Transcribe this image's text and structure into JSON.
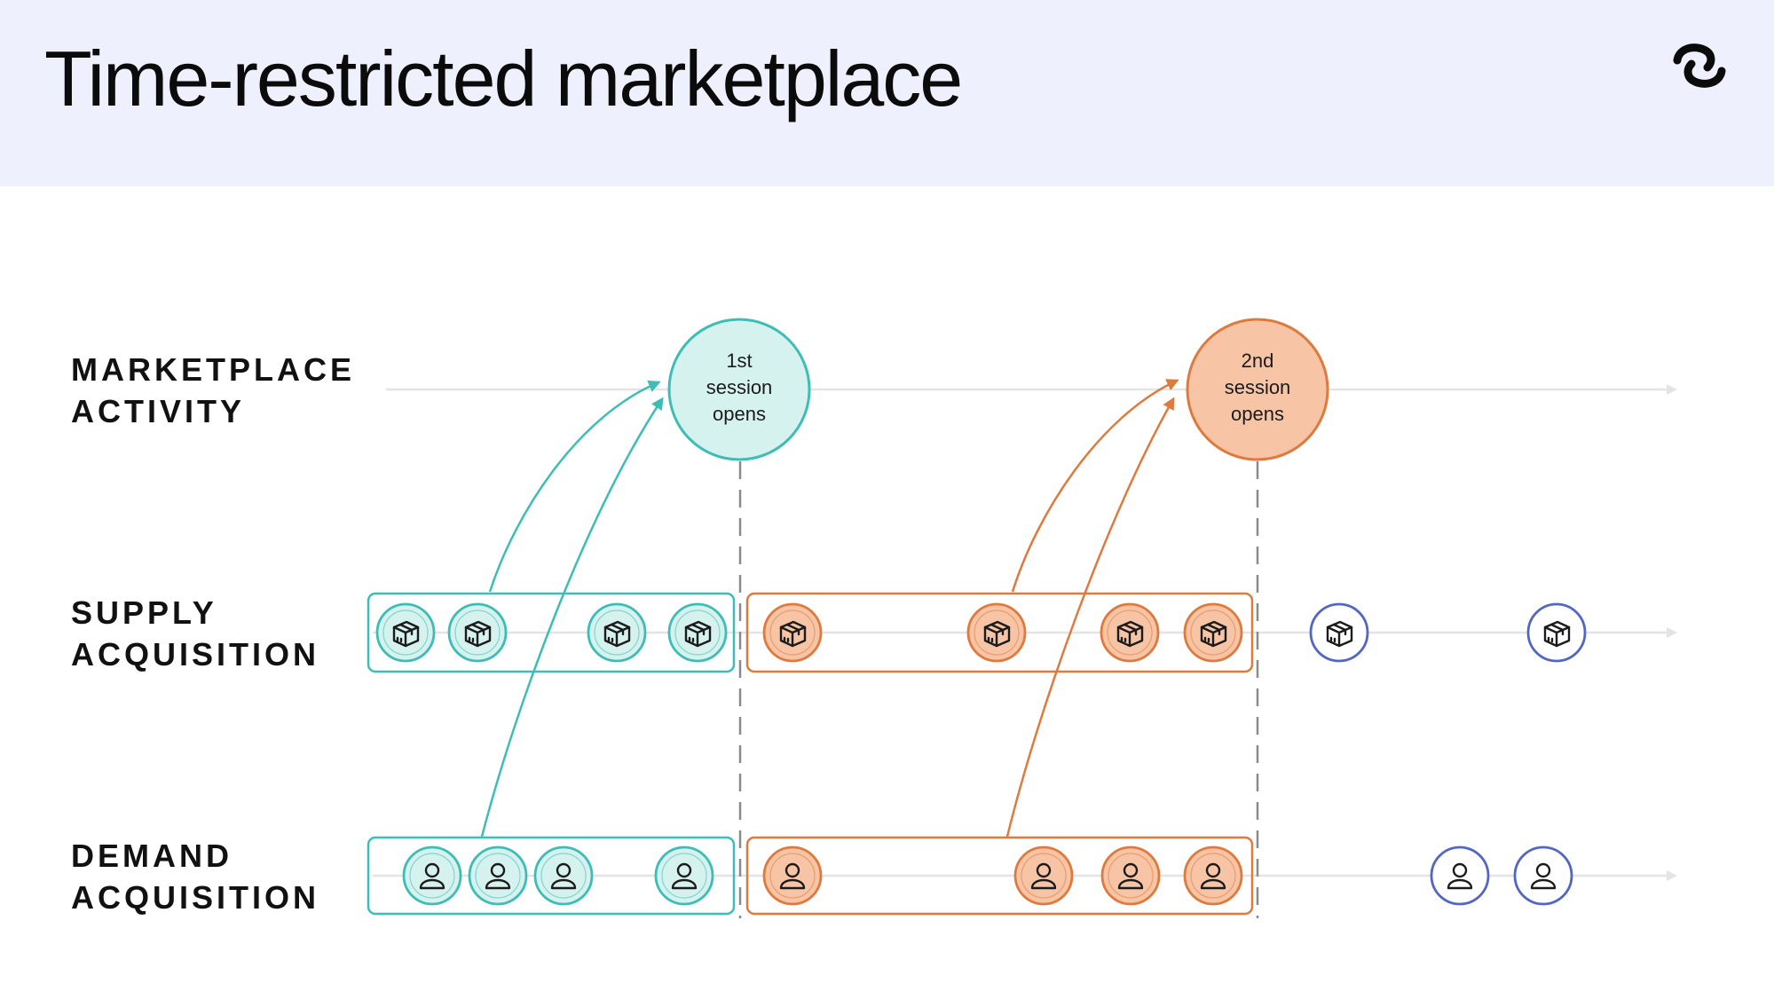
{
  "title": "Time-restricted marketplace",
  "logo": {
    "name": "brand-logo-icon",
    "color": "#0b0b0b"
  },
  "rows": {
    "marketplace": {
      "line1": "MARKETPLACE",
      "line2": "ACTIVITY"
    },
    "supply": {
      "line1": "SUPPLY",
      "line2": "ACQUISITION"
    },
    "demand": {
      "line1": "DEMAND",
      "line2": "ACQUISITION"
    }
  },
  "sessions": [
    {
      "line1": "1st",
      "line2": "session",
      "line3": "opens",
      "color": "#3dbdb5",
      "fill": "#d6f2ee"
    },
    {
      "line1": "2nd",
      "line2": "session",
      "line3": "opens",
      "color": "#de7a3e",
      "fill": "#f7c5a6"
    }
  ],
  "groups": {
    "supply": [
      {
        "session": 1,
        "icon": "box-icon",
        "count": 4
      },
      {
        "session": 2,
        "icon": "box-icon",
        "count": 4
      },
      {
        "session": "next",
        "icon": "box-icon",
        "count": 2
      }
    ],
    "demand": [
      {
        "session": 1,
        "icon": "person-icon",
        "count": 4
      },
      {
        "session": 2,
        "icon": "person-icon",
        "count": 4
      },
      {
        "session": "next",
        "icon": "person-icon",
        "count": 2
      }
    ]
  },
  "colors": {
    "header_bg": "#eef1fd",
    "session1": "#3dbdb5",
    "session1_fill": "#d6f2ee",
    "session2": "#de7a3e",
    "session2_fill": "#f7c5a6",
    "upcoming": "#5266c2",
    "timeline": "#e4e4e4",
    "divider": "#8a8a8a"
  }
}
